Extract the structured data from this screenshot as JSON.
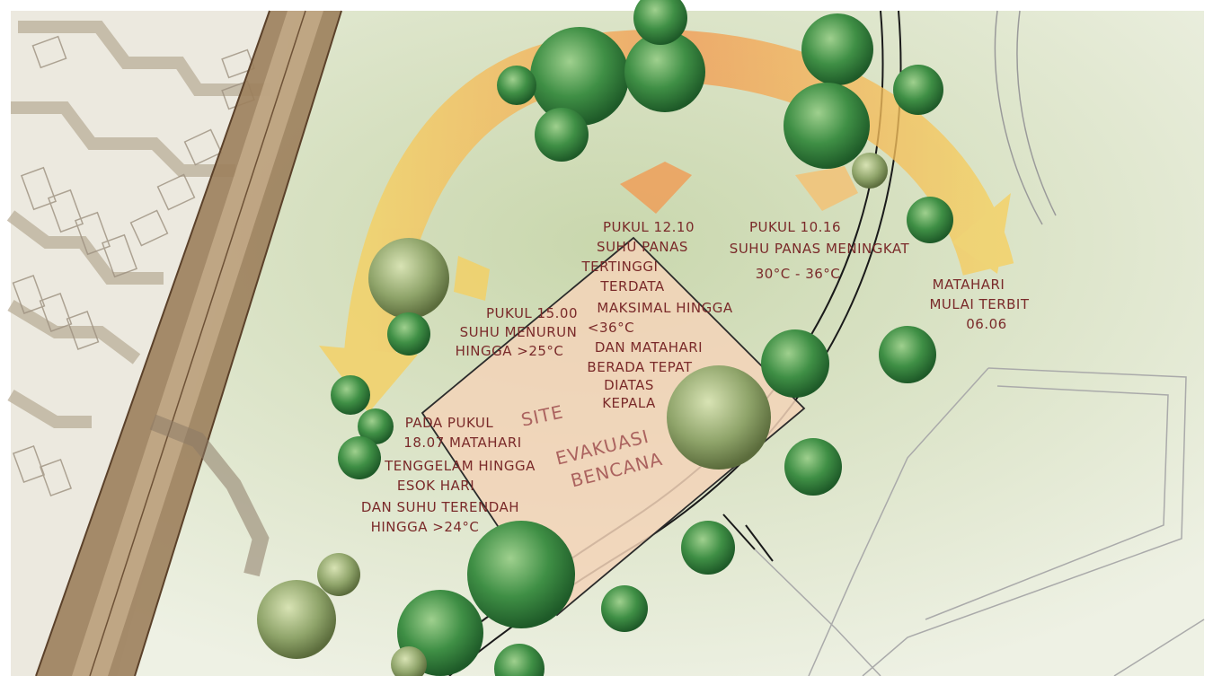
{
  "site": {
    "label_site": "SITE",
    "label_evakuasi": "EVAKUASI",
    "label_bencana": "BENCANA"
  },
  "notes": {
    "sunrise": [
      "MATAHARI",
      "MULAI TERBIT",
      "06.06"
    ],
    "t1016": [
      "PUKUL 10.16",
      "SUHU PANAS MENINGKAT",
      "30°C - 36°C"
    ],
    "t1210": [
      "PUKUL 12.10",
      "SUHU PANAS",
      "TERTINGGI",
      "TERDATA",
      "MAKSIMAL HINGGA",
      "<36°C",
      "DAN MATAHARI",
      "BERADA TEPAT",
      "DIATAS",
      "KEPALA"
    ],
    "t1500": [
      "PUKUL 15.00",
      "SUHU MENURUN",
      "HINGGA >25°C"
    ],
    "sunset": [
      "PADA PUKUL",
      "18.07 MATAHARI",
      "TENGGELAM HINGGA",
      "ESOK HARI",
      "DAN SUHU TERENDAH",
      "HINGGA >24°C"
    ]
  },
  "colors": {
    "ground": "#dfe6cc",
    "sun_arc": "#f6b24a",
    "site_fill": "#f3d3b8",
    "tree": "#2f7a3a",
    "road": "#7b5a3b",
    "ink": "#7a2a2a"
  }
}
